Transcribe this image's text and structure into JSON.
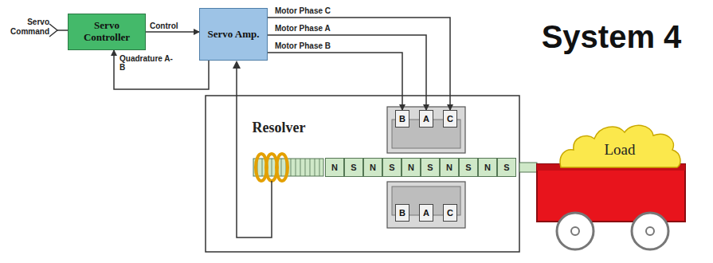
{
  "diagram": {
    "title": "System 4",
    "nodes": [
      {
        "text": [
          "Servo Controller"
        ]
      },
      {
        "text": [
          "Servo Amp."
        ]
      },
      {
        "text": [
          "B"
        ]
      },
      {
        "text": [
          "A"
        ]
      },
      {
        "text": [
          "C"
        ]
      },
      {
        "text": [
          "B"
        ]
      },
      {
        "text": [
          "A"
        ]
      },
      {
        "text": [
          "C"
        ]
      },
      {
        "text": [
          "Load"
        ]
      }
    ],
    "edges": [
      {
        "from": 0,
        "to": 1,
        "label": "Control",
        "arrow": "to"
      },
      {
        "from": 1,
        "to": 0,
        "label": "Quadrature A-B",
        "arrow": "to"
      },
      {
        "from": 1,
        "to": 4,
        "label": "Motor Phase C",
        "arrow": "to"
      },
      {
        "from": 1,
        "to": 3,
        "label": "Motor Phase A",
        "arrow": "to"
      },
      {
        "from": 1,
        "to": 2,
        "label": "Motor Phase B",
        "arrow": "to"
      }
    ],
    "labels": [
      "Servo Command",
      "Resolver",
      "N",
      "S",
      "N",
      "S",
      "N",
      "S",
      "N",
      "S",
      "N",
      "S"
    ]
  }
}
